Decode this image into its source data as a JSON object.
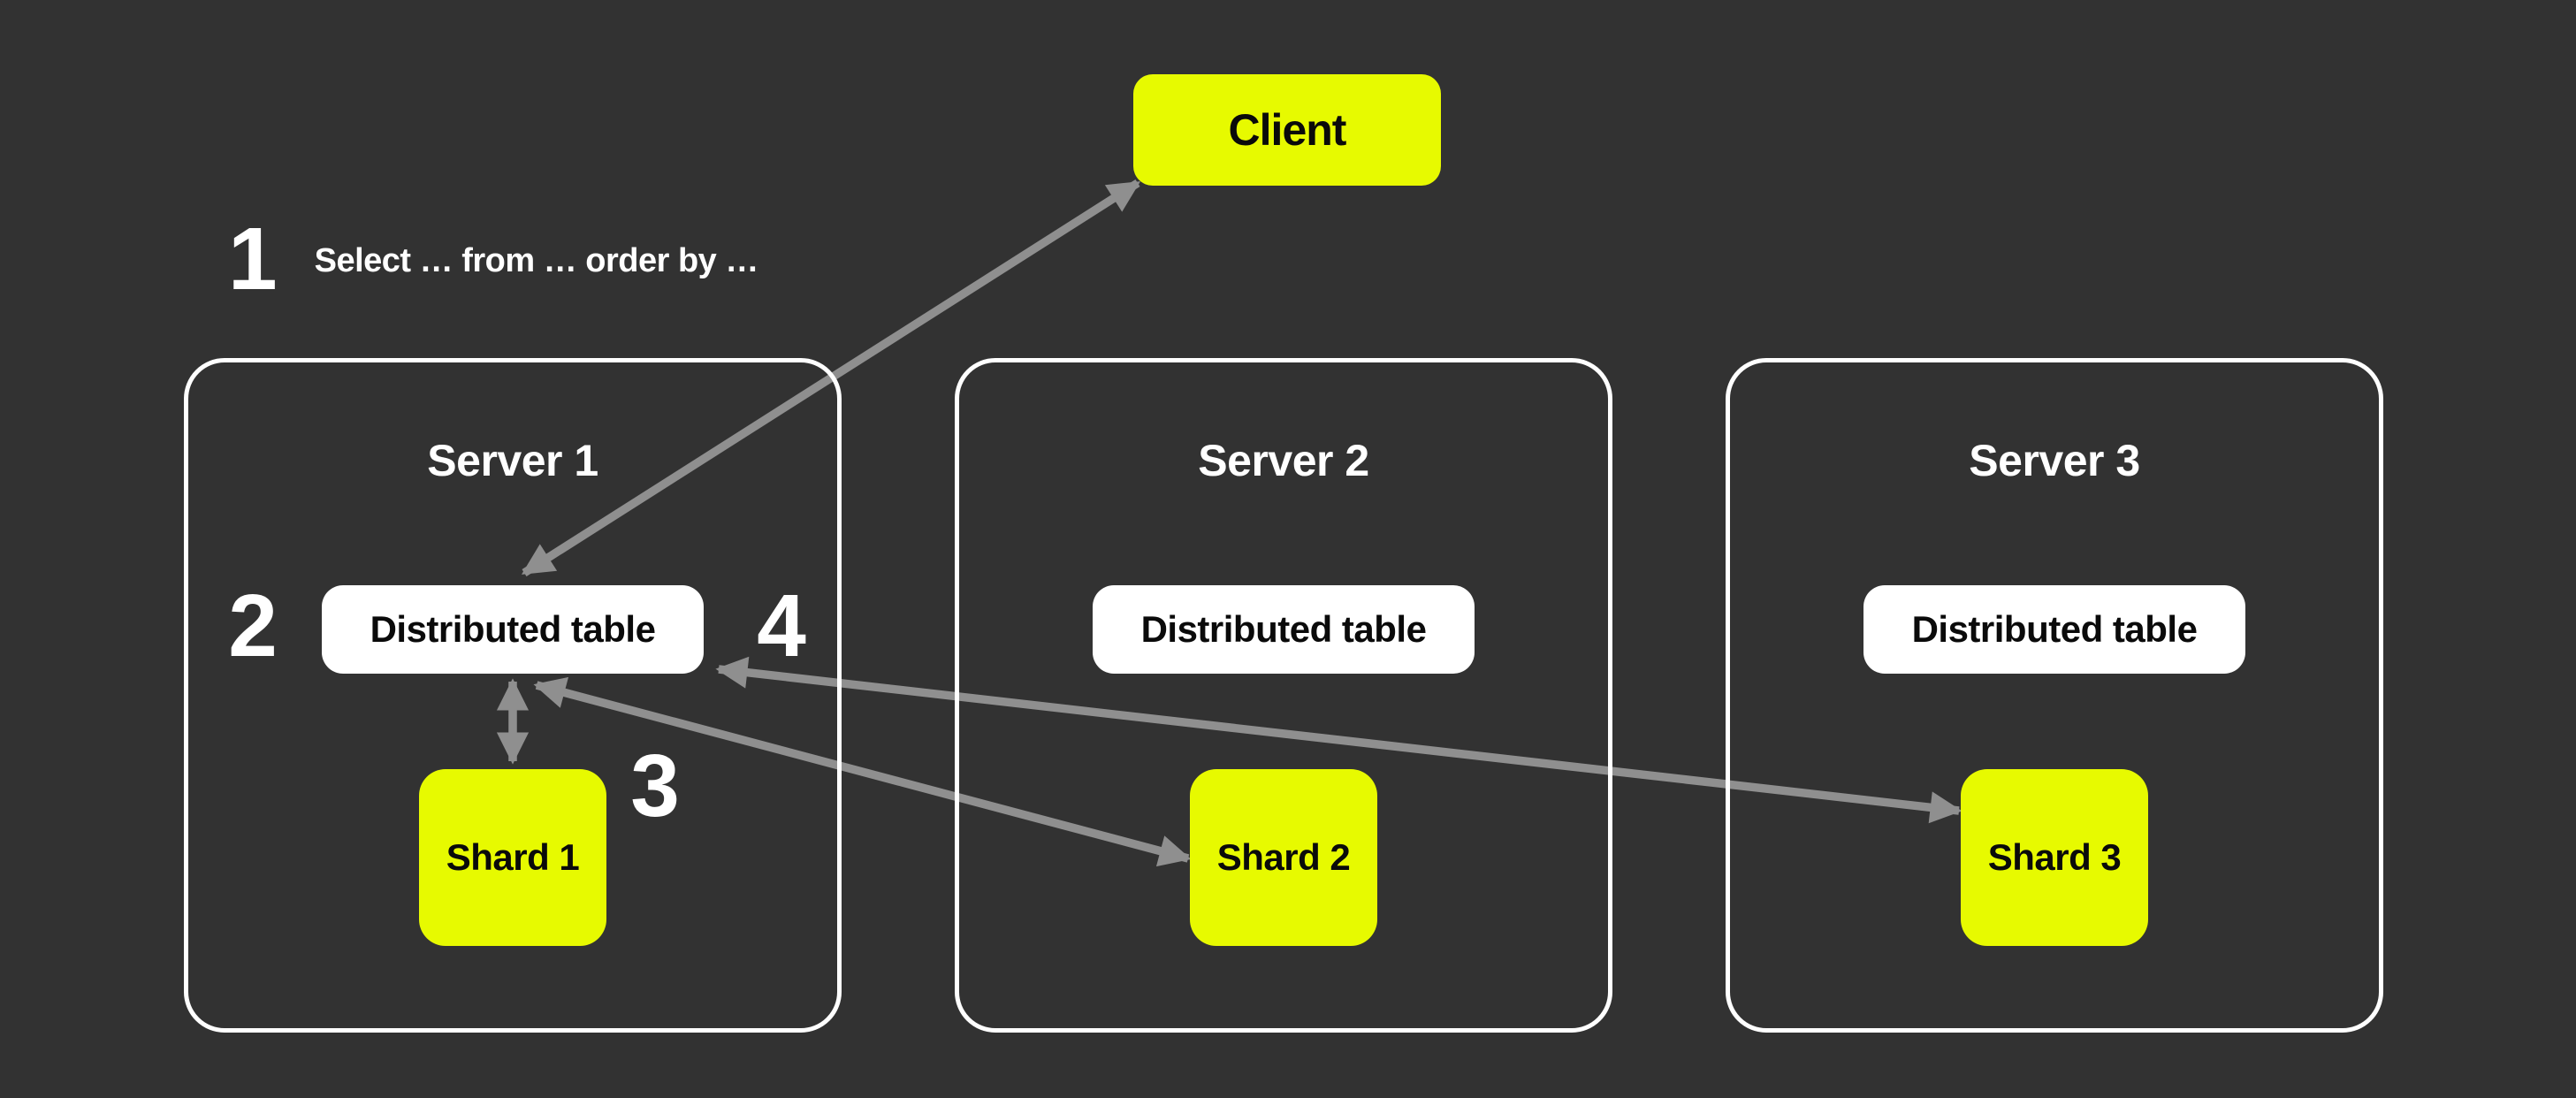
{
  "colors": {
    "background": "#323232",
    "accent_yellow": "#e7fa00",
    "node_white": "#ffffff",
    "arrow_gray": "#8f8f8f",
    "text_dark": "#0a0a0a",
    "text_light": "#ffffff"
  },
  "client": {
    "label": "Client"
  },
  "steps": [
    {
      "number": "1",
      "text": "Select … from … order by …"
    },
    {
      "number": "2"
    },
    {
      "number": "3"
    },
    {
      "number": "4"
    }
  ],
  "servers": [
    {
      "title": "Server 1",
      "table_label": "Distributed table",
      "shard_label": "Shard 1"
    },
    {
      "title": "Server 2",
      "table_label": "Distributed table",
      "shard_label": "Shard 2"
    },
    {
      "title": "Server 3",
      "table_label": "Distributed table",
      "shard_label": "Shard 3"
    }
  ],
  "edges": [
    {
      "from": "client",
      "to": "distributed-table-1",
      "bidirectional": true
    },
    {
      "from": "distributed-table-1",
      "to": "shard-1",
      "bidirectional": true
    },
    {
      "from": "distributed-table-1",
      "to": "shard-2",
      "bidirectional": true
    },
    {
      "from": "distributed-table-1",
      "to": "shard-3",
      "bidirectional": true
    }
  ]
}
